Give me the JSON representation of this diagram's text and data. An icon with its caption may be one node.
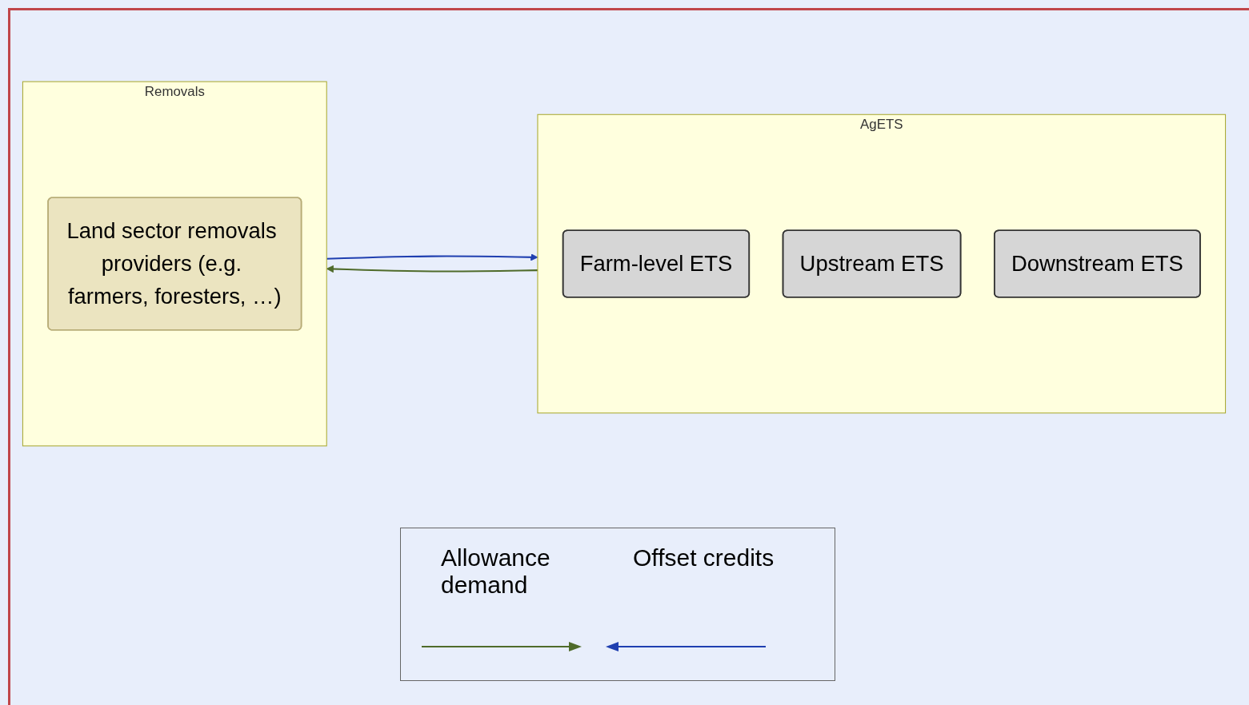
{
  "diagram": {
    "nodes": [
      {
        "text": [
          "AgETS"
        ]
      },
      {
        "text": [
          "Farm-level ETS"
        ],
        "in": 0
      },
      {
        "text": [
          "Upstream ETS"
        ],
        "in": 0
      },
      {
        "text": [
          "Downstream ETS"
        ],
        "in": 0
      },
      {
        "text": [
          "Removals"
        ]
      },
      {
        "text": [
          "Land sector removals providers (e.g. farmers, foresters, …)"
        ],
        "in": 4
      }
    ],
    "edges": [
      {
        "from": 4,
        "to": 0,
        "arrow": "to",
        "color": "#1f3fb0"
      },
      {
        "from": 0,
        "to": 4,
        "arrow": "to",
        "color": "#4f6b2a"
      }
    ],
    "legend": [
      {
        "text": "Allowance demand"
      },
      {
        "text": "Offset credits"
      }
    ]
  }
}
